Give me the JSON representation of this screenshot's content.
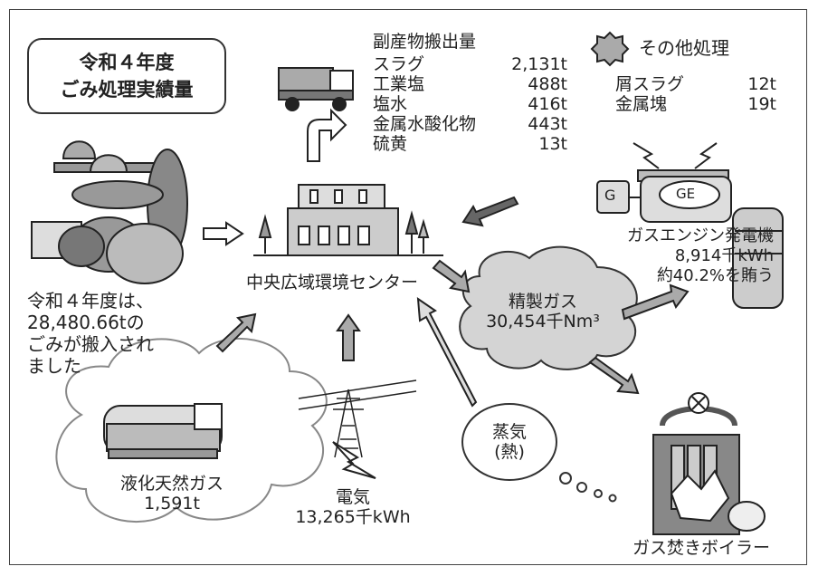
{
  "title": {
    "line1": "令和４年度",
    "line2": "ごみ処理実績量"
  },
  "byproducts": {
    "heading": "副産物搬出量",
    "items": [
      {
        "name": "スラグ",
        "value": "2,131t"
      },
      {
        "name": "工業塩",
        "value": "488t"
      },
      {
        "name": "塩水",
        "value": "416t"
      },
      {
        "name": "金属水酸化物",
        "value": "443t"
      },
      {
        "name": "硫黄",
        "value": "13t"
      }
    ]
  },
  "other_processing": {
    "heading": "その他処理",
    "items": [
      {
        "name": "屑スラグ",
        "value": "12t"
      },
      {
        "name": "金属塊",
        "value": "19t"
      }
    ]
  },
  "center_label": "中央広域環境センター",
  "waste_input": {
    "line1": "令和４年度は、",
    "line2": "28,480.66tの",
    "line3": "ごみが搬入され",
    "line4": "ました"
  },
  "lng": {
    "label": "液化天然ガス",
    "value": "1,591t"
  },
  "electricity": {
    "label": "電気",
    "value": "13,265千kWh"
  },
  "refined_gas": {
    "label": "精製ガス",
    "value": "30,454千Nm³"
  },
  "steam": {
    "line1": "蒸気",
    "line2": "(熱)"
  },
  "gas_engine": {
    "label": "ガスエンジン発電機",
    "value": "8,914千kWh",
    "note": "約40.2%を賄う",
    "g_label": "G",
    "ge_label": "GE"
  },
  "boiler": {
    "label": "ガス焚きボイラー"
  }
}
